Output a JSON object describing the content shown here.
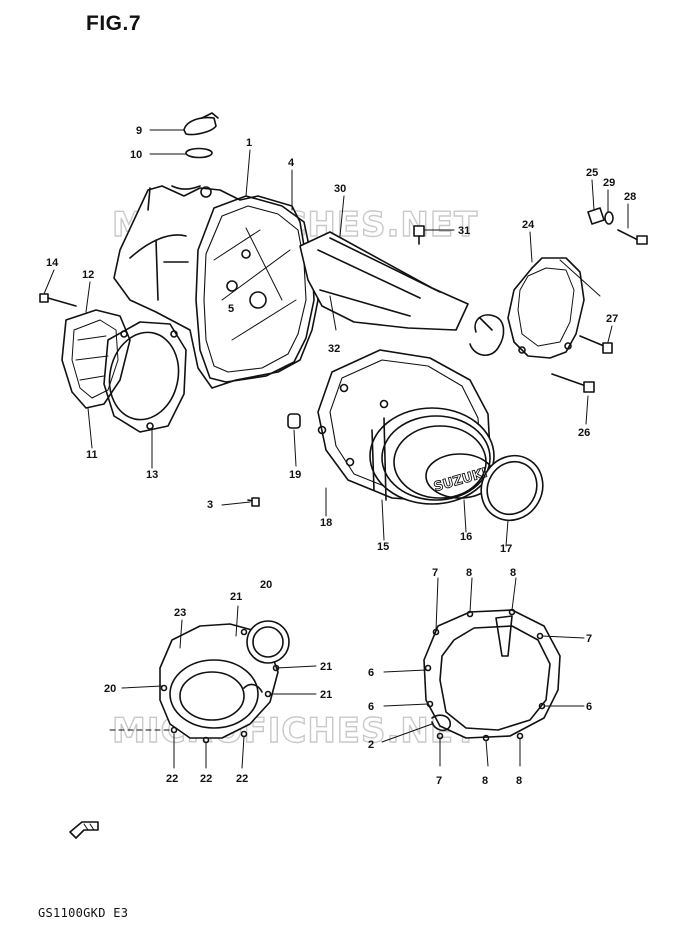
{
  "figure": {
    "title": "FIG.7",
    "model_code": "GS1100GKD E3"
  },
  "watermark": {
    "text": "MICROFICHES.NET"
  },
  "cover_logo": {
    "text": "SUZUKI"
  },
  "callouts": [
    {
      "id": "c9",
      "label": "9"
    },
    {
      "id": "c10",
      "label": "10"
    },
    {
      "id": "c1",
      "label": "1"
    },
    {
      "id": "c4",
      "label": "4"
    },
    {
      "id": "c30",
      "label": "30"
    },
    {
      "id": "c31",
      "label": "31"
    },
    {
      "id": "c25",
      "label": "25"
    },
    {
      "id": "c29",
      "label": "29"
    },
    {
      "id": "c28",
      "label": "28"
    },
    {
      "id": "c24",
      "label": "24"
    },
    {
      "id": "c14",
      "label": "14"
    },
    {
      "id": "c12",
      "label": "12"
    },
    {
      "id": "c5",
      "label": "5"
    },
    {
      "id": "c32",
      "label": "32"
    },
    {
      "id": "c27",
      "label": "27"
    },
    {
      "id": "c26",
      "label": "26"
    },
    {
      "id": "c11",
      "label": "11"
    },
    {
      "id": "c13",
      "label": "13"
    },
    {
      "id": "c19",
      "label": "19"
    },
    {
      "id": "c3",
      "label": "3"
    },
    {
      "id": "c18",
      "label": "18"
    },
    {
      "id": "c15",
      "label": "15"
    },
    {
      "id": "c16",
      "label": "16"
    },
    {
      "id": "c17",
      "label": "17"
    },
    {
      "id": "c20a",
      "label": "20"
    },
    {
      "id": "c21a",
      "label": "21"
    },
    {
      "id": "c23",
      "label": "23"
    },
    {
      "id": "c21b",
      "label": "21"
    },
    {
      "id": "c20b",
      "label": "20"
    },
    {
      "id": "c21c",
      "label": "21"
    },
    {
      "id": "c22a",
      "label": "22"
    },
    {
      "id": "c22b",
      "label": "22"
    },
    {
      "id": "c22c",
      "label": "22"
    },
    {
      "id": "c7a",
      "label": "7"
    },
    {
      "id": "c8a",
      "label": "8"
    },
    {
      "id": "c8b",
      "label": "8"
    },
    {
      "id": "c7b",
      "label": "7"
    },
    {
      "id": "c6a",
      "label": "6"
    },
    {
      "id": "c6b",
      "label": "6"
    },
    {
      "id": "c6c",
      "label": "6"
    },
    {
      "id": "c2",
      "label": "2"
    },
    {
      "id": "c7c",
      "label": "7"
    },
    {
      "id": "c8c",
      "label": "8"
    },
    {
      "id": "c8d",
      "label": "8"
    }
  ]
}
